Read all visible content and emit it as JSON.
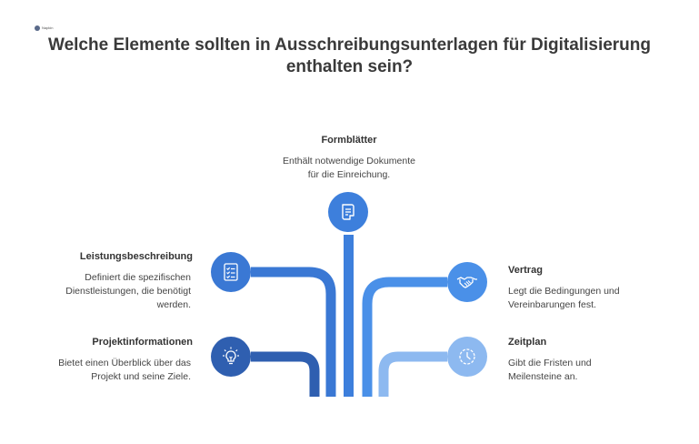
{
  "title": "Welche Elemente sollten in Ausschreibungsunterlagen für Digitalisierung enthalten sein?",
  "logo_text": "Napkin",
  "items": {
    "formblaetter": {
      "title": "Formblätter",
      "desc_line1": "Enthält notwendige Dokumente",
      "desc_line2": "für die Einreichung.",
      "icon": "document-icon",
      "color": "#3d7fdc"
    },
    "leistungsbeschreibung": {
      "title": "Leistungsbeschreibung",
      "desc_line1": "Definiert die spezifischen",
      "desc_line2": "Dienstleistungen, die benötigt",
      "desc_line3": "werden.",
      "icon": "checklist-icon",
      "color": "#3a78d4"
    },
    "projektinformationen": {
      "title": "Projektinformationen",
      "desc_line1": "Bietet einen Überblick über das",
      "desc_line2": "Projekt und seine Ziele.",
      "icon": "lightbulb-icon",
      "color": "#2f5fb0"
    },
    "vertrag": {
      "title": "Vertrag",
      "desc_line1": "Legt die Bedingungen und",
      "desc_line2": "Vereinbarungen fest.",
      "icon": "handshake-icon",
      "color": "#4a90e8"
    },
    "zeitplan": {
      "title": "Zeitplan",
      "desc_line1": "Gibt die Fristen und",
      "desc_line2": "Meilensteine an.",
      "icon": "clock-icon",
      "color": "#8db9f0"
    }
  }
}
